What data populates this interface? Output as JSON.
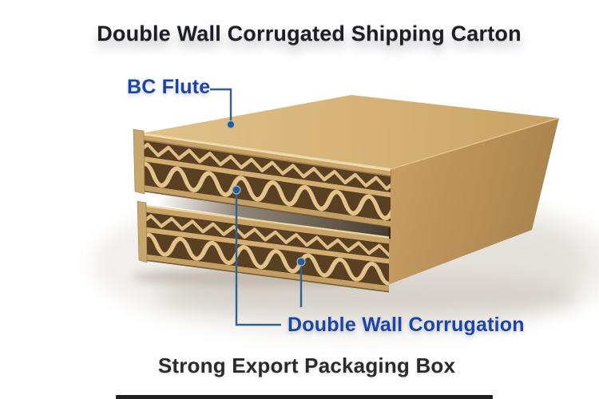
{
  "header": {
    "title": "Double Wall Corrugated Shipping Carton"
  },
  "callouts": {
    "bc_flute": {
      "label": "BC Flute"
    },
    "double_wall": {
      "label": "Double Wall Corrugation"
    }
  },
  "footer": {
    "caption": "Strong Export Packaging Box"
  },
  "illustration": {
    "name": "double-wall-corrugated-carton-cutaway",
    "description": "Isometric kraft shipping carton panel cut-away showing two stacked double-wall corrugated boards (B flute over C flute) with callout dots",
    "colors": {
      "label_blue": "#1a46a2",
      "callout_line_blue": "#33608e",
      "callout_dot_blue": "#2c5a8e",
      "title_dark": "#1d1e26",
      "caption_dark": "#2b2b2d",
      "kraft_top_light": "#dfc088",
      "kraft_top_dark": "#cba566",
      "kraft_side": "#b98f58",
      "liner_kraft": "#c9a468",
      "flute_shadow_brown": "#594023",
      "flute_wave_tan": "#e2c38c",
      "ground_shadow_gray": "#c9c2b9",
      "bottom_bar_dark": "#202020"
    }
  }
}
